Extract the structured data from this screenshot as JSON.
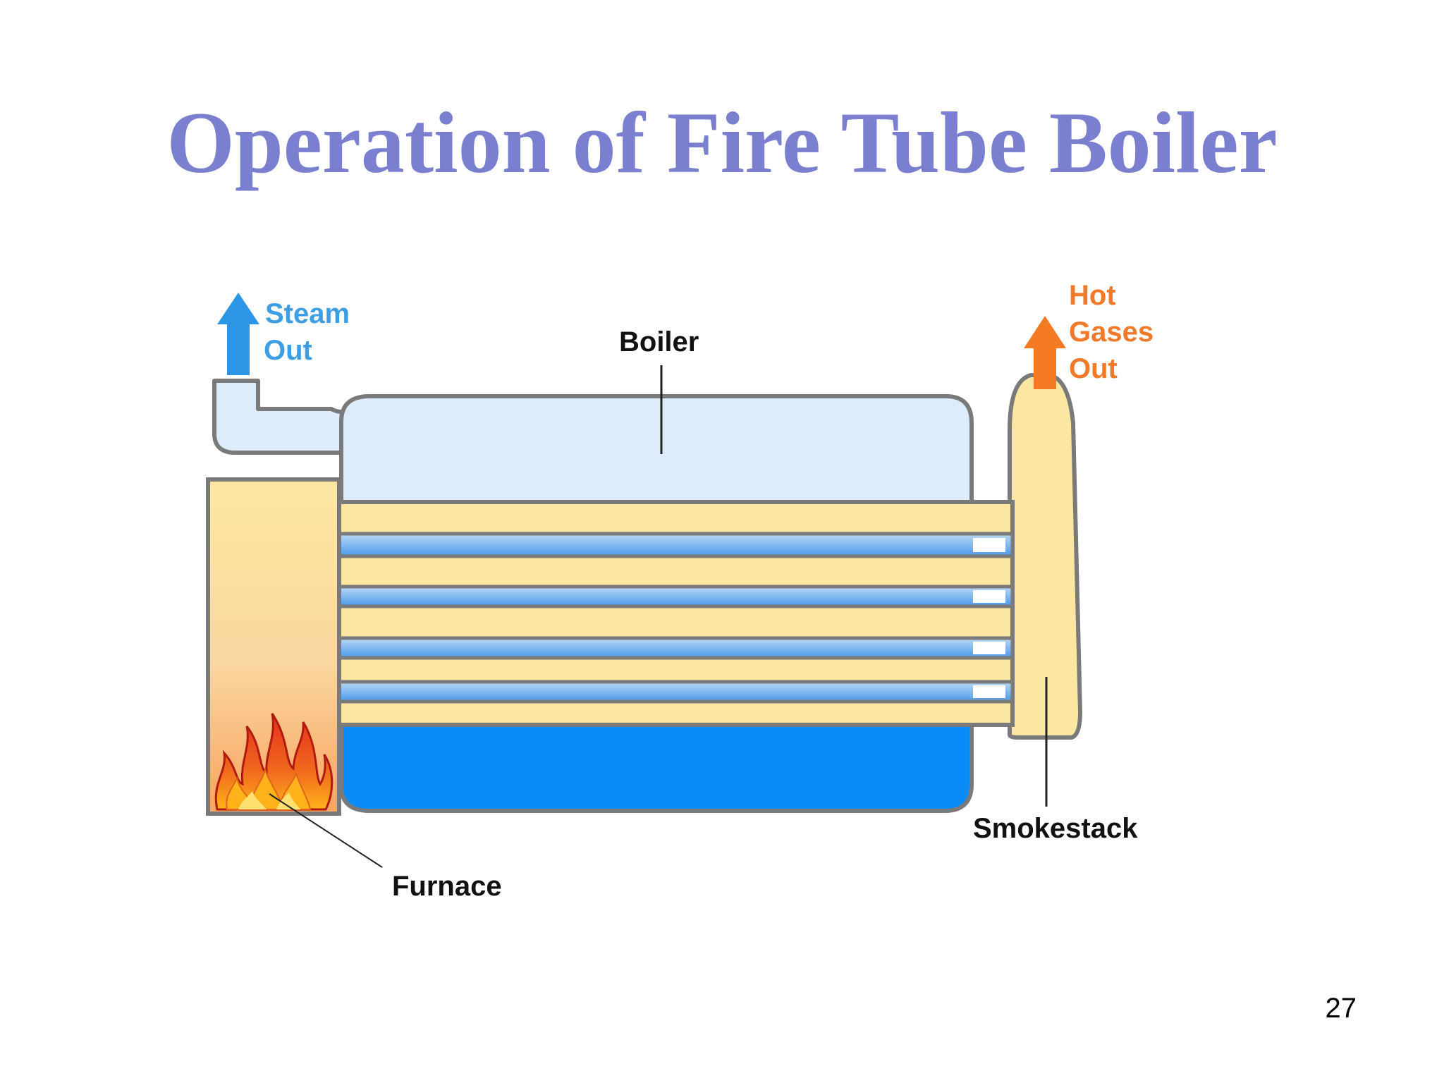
{
  "slide": {
    "title": "Operation of Fire Tube Boiler",
    "page_number": "27"
  },
  "diagram": {
    "labels": {
      "steam_out_line1": "Steam",
      "steam_out_line2": "Out",
      "boiler": "Boiler",
      "hot_gases_line1": "Hot",
      "hot_gases_line2": "Gases",
      "hot_gases_line3": "Out",
      "smokestack": "Smokestack",
      "furnace": "Furnace"
    },
    "colors": {
      "title": "#7b7fd0",
      "steam_arrow": "#2d95e6",
      "hot_gas_arrow": "#f47a24",
      "steam_space": "#dcecfa",
      "water": "#0a8bfa",
      "fire_tubes": "#fbe7a1",
      "outline": "#7a7a7a"
    },
    "fire_tube_count": 4,
    "icons": [
      "up-arrow-icon",
      "flame-icon"
    ]
  }
}
